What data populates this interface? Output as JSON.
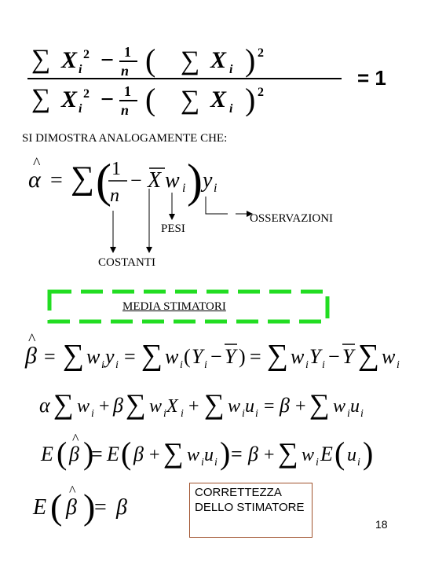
{
  "slide": {
    "caption_analog": "SI DIMOSTRA ANALOGAMENTE CHE:",
    "label_pesi": "PESI",
    "label_osservazioni": "OSSERVAZIONI",
    "label_costanti": "COSTANTI",
    "label_media": "MEDIA STIMATORI",
    "label_correttezza": "CORRETTEZZA DELLO STIMATORE",
    "page_number": "18",
    "eq_ratio_rhs": "= 1",
    "dash_box_color": "#22dd22",
    "box_border_color": "#a0522d"
  }
}
